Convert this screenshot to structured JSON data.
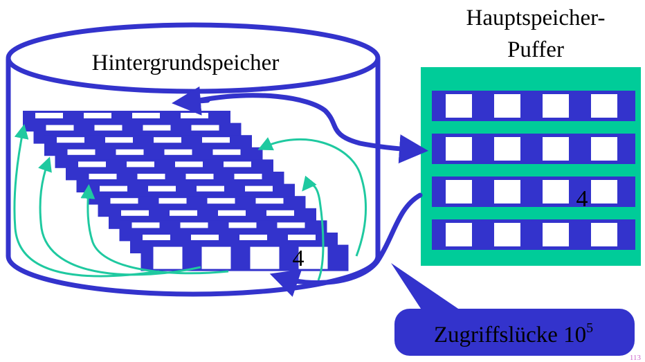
{
  "storage": {
    "label": "Hintergrundspeicher",
    "page_number": "4"
  },
  "buffer": {
    "title_line1": "Hauptspeicher-",
    "title_line2": "Puffer",
    "page_number": "4",
    "rows": 4,
    "frames_per_row": 4
  },
  "callout": {
    "label": "Zugriffslücke 10",
    "exponent": "5"
  },
  "page_number": "113",
  "colors": {
    "blue": "#3333cc",
    "green": "#00cc99",
    "arrow_green": "#1fc9a0",
    "page_number": "#cc66cc"
  }
}
